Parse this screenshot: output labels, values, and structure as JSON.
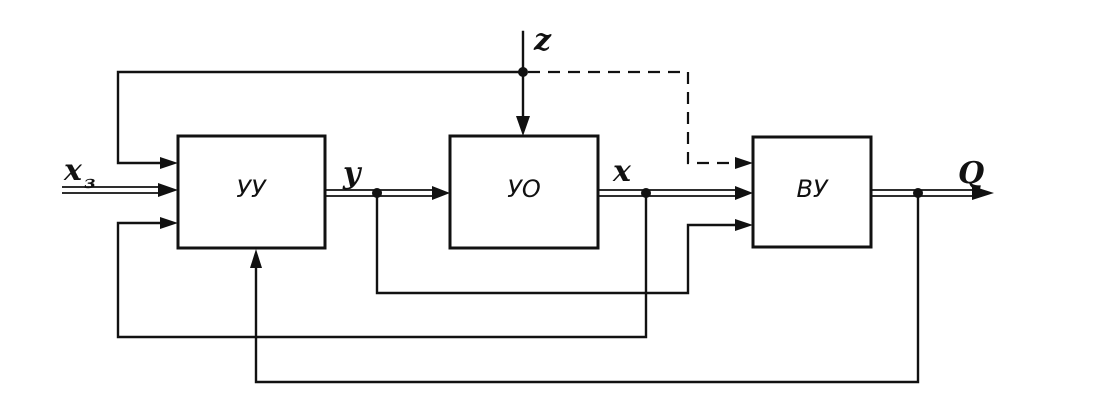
{
  "blocks": {
    "control_device": "УУ",
    "controlled_object": "УО",
    "output_device": "ВУ"
  },
  "signals": {
    "setpoint": "x",
    "setpoint_sub": "з",
    "control": "y",
    "state": "x",
    "disturbance": "z",
    "output": "Q"
  }
}
